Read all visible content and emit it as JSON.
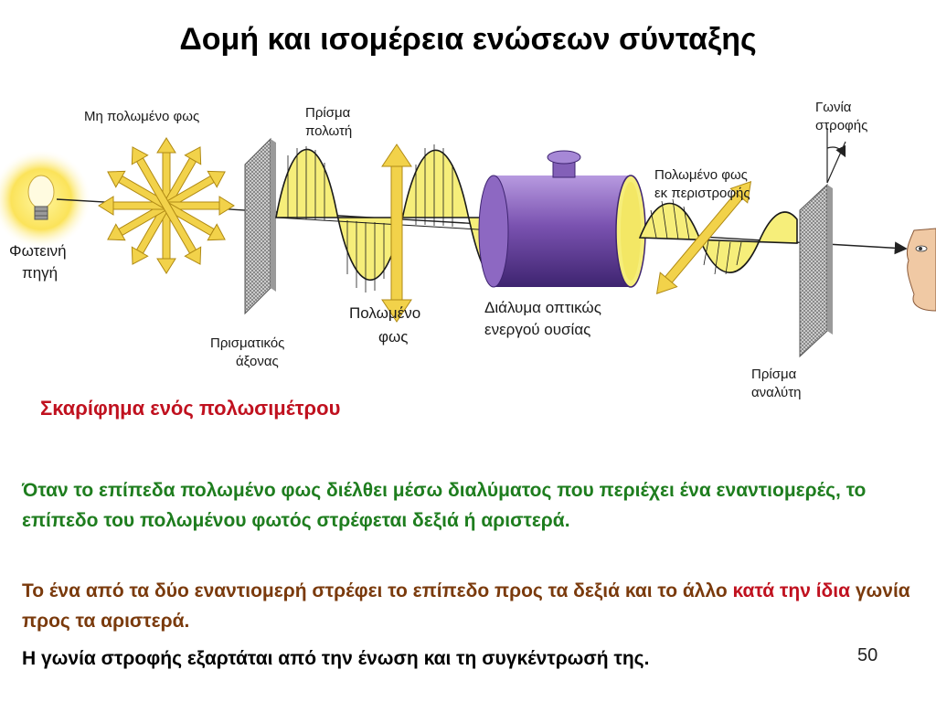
{
  "title": "Δομή και ισομέρεια ενώσεων σύνταξης",
  "diagram": {
    "labels": {
      "unpolarized": "Μη πολωμένο φως",
      "light_source_line1": "Φωτεινή",
      "light_source_line2": "πηγή",
      "polarizer_line1": "Πρίσμα",
      "polarizer_line2": "πολωτή",
      "prism_axis_line1": "Πρισματικός",
      "prism_axis_line2": "άξονας",
      "polarized_line1": "Πολωμένο",
      "polarized_line2": "φως",
      "solution_line1": "Διάλυμα οπτικώς",
      "solution_line2": "ενεργού ουσίας",
      "rotated_line1": "Πολωμένο φως",
      "rotated_line2": "εκ περιστροφής",
      "rotation_angle_line1": "Γωνία",
      "rotation_angle_line2": "στροφής",
      "analyzer_line1": "Πρίσμα",
      "analyzer_line2": "αναλύτη"
    },
    "colors": {
      "wave_fill": "#f6ee7a",
      "arrow_fill": "#f2d24a",
      "tube": "#7a52b0",
      "grid": "#8a8a8a"
    }
  },
  "caption": "Σκαρίφημα ενός πολωσιμέτρου",
  "paragraphs": {
    "p1": "Όταν το επίπεδα πολωμένο φως διέλθει μέσω διαλύματος που περιέχει ένα εναντιομερές, το επίπεδο του πολωμένου φωτός στρέφεται δεξιά ή αριστερά.",
    "p2_part1": "Το ένα από τα δύο εναντιομερή στρέφει το επίπεδο προς τα δεξιά και το άλλο ",
    "p2_highlight": "κατά την ίδια",
    "p2_part2": " γωνία προς τα αριστερά.",
    "p3": "Η γωνία στροφής εξαρτάται από την ένωση και τη συγκέντρωσή της."
  },
  "page_number": "50"
}
